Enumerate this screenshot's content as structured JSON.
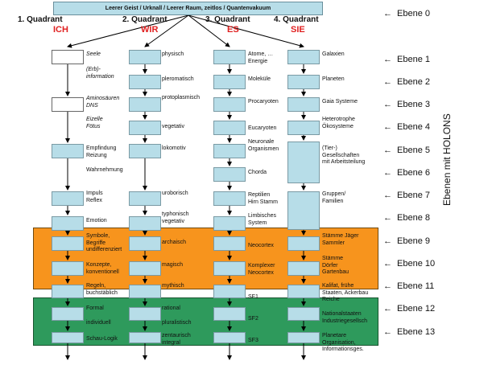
{
  "header": {
    "top_box": "Leerer Geist  / Urknall / Leerer Raum, zeitlos / Quantenvakuum"
  },
  "quadrants": [
    {
      "head": "1.  Quadrant",
      "name": "ICH"
    },
    {
      "head": "2. Quadrant",
      "name": "WIR"
    },
    {
      "head": "3. Quadrant",
      "name": "ES"
    },
    {
      "head": "4. Quadrant",
      "name": "SIE"
    }
  ],
  "ebenen": [
    "Ebene 0",
    "Ebene 1",
    "Ebene 2",
    "Ebene 3",
    "Ebene 4",
    "Ebene 5",
    "Ebene 6",
    "Ebene 7",
    "Ebene 8",
    "Ebene 9",
    "Ebene 10",
    "Ebene 11",
    "Ebene 12",
    "Ebene 13"
  ],
  "vertical_label": "Ebenen mit HOLONS",
  "col1": [
    [
      "Seele"
    ],
    [
      "(Erb)-",
      "information"
    ],
    [
      "Aminosäuren",
      "DNS"
    ],
    [
      "Eizelle",
      "Fötus"
    ],
    [
      "Empfindung",
      "Reizung"
    ],
    [
      "Wahrnehmung"
    ],
    [
      "Impuls",
      "Reflex"
    ],
    [
      "Emotion"
    ],
    [
      "Symbole,",
      "Begriffe",
      "undifferenziert"
    ],
    [
      "Konzepte,",
      "konventionell"
    ],
    [
      "Regeln,",
      "buchstäblich"
    ],
    [
      "Formal"
    ],
    [
      "individuell"
    ],
    [
      "Schau-Logik"
    ]
  ],
  "col2": [
    [
      "physisch"
    ],
    [
      "pleromatisch"
    ],
    [
      "protoplasmisch"
    ],
    [
      "vegetativ"
    ],
    [
      "lokomotiv"
    ],
    [
      "uroborisch"
    ],
    [
      "typhonisch",
      "vegetativ"
    ],
    [
      "archaisch"
    ],
    [
      "magisch"
    ],
    [
      "mythisch"
    ],
    [
      "rational"
    ],
    [
      "pluralistisch"
    ],
    [
      "zentaurisch",
      "integral"
    ]
  ],
  "col3": [
    [
      "Atome, …",
      "Energie"
    ],
    [
      "Moleküle"
    ],
    [
      "Procaryoten"
    ],
    [
      "Eucaryoten"
    ],
    [
      "Neuronale",
      "Organismen"
    ],
    [
      "Chorda"
    ],
    [
      "Reptilien",
      "Hirn Stamm"
    ],
    [
      "Limbisches",
      "System"
    ],
    [
      "Neocortex"
    ],
    [
      "Komplexer",
      "Neocortex"
    ],
    [
      "SF1"
    ],
    [
      "SF2"
    ],
    [
      "SF3"
    ]
  ],
  "col4": [
    [
      "Galaxien"
    ],
    [
      "Planeten"
    ],
    [
      "Gaia Systeme"
    ],
    [
      "Heterotrophe",
      "Ökosysteme"
    ],
    [
      "(Tier-)",
      "Gesellschaften",
      "mit Arbeitsteilung"
    ],
    [
      "Gruppen/",
      "Familien"
    ],
    [
      "Stämme Jäger",
      "Sammler"
    ],
    [
      "Stämme",
      "Dörfer",
      "Gartenbau"
    ],
    [
      "Kalifat, frühe",
      "Staaten, Ackerbau",
      "Reiche"
    ],
    [
      "Nationalstaaten",
      "Industriegesellsch"
    ],
    [
      "Planetare",
      "Organisation,",
      "Informationsges."
    ]
  ]
}
